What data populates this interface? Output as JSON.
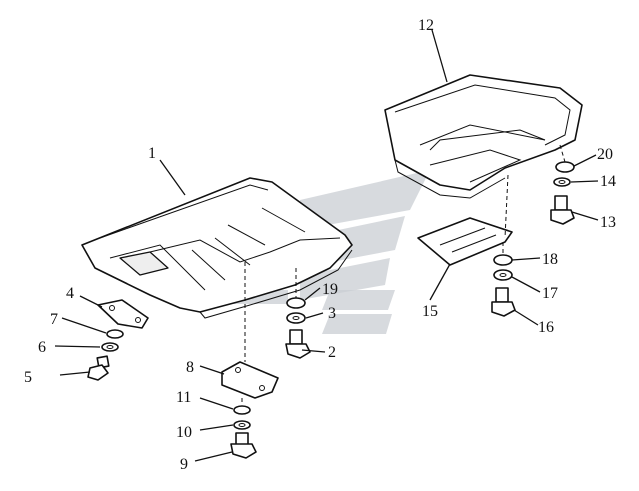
{
  "diagram": {
    "callouts": [
      {
        "id": "1",
        "text": "1"
      },
      {
        "id": "2",
        "text": "2"
      },
      {
        "id": "3",
        "text": "3"
      },
      {
        "id": "4",
        "text": "4"
      },
      {
        "id": "5",
        "text": "5"
      },
      {
        "id": "6",
        "text": "6"
      },
      {
        "id": "7",
        "text": "7"
      },
      {
        "id": "8",
        "text": "8"
      },
      {
        "id": "9",
        "text": "9"
      },
      {
        "id": "10",
        "text": "10"
      },
      {
        "id": "11",
        "text": "11"
      },
      {
        "id": "12",
        "text": "12"
      },
      {
        "id": "13",
        "text": "13"
      },
      {
        "id": "14",
        "text": "14"
      },
      {
        "id": "15",
        "text": "15"
      },
      {
        "id": "16",
        "text": "16"
      },
      {
        "id": "17",
        "text": "17"
      },
      {
        "id": "18",
        "text": "18"
      },
      {
        "id": "19",
        "text": "19"
      },
      {
        "id": "20",
        "text": "20"
      }
    ],
    "line_color": "#111111",
    "watermark_color": "#c9cdd3"
  }
}
